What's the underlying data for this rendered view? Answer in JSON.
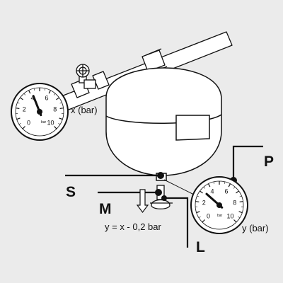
{
  "labels": {
    "p": "P",
    "s": "S",
    "m": "M",
    "l": "L",
    "gauge_left": "x (bar)",
    "gauge_right": "y (bar)",
    "formula": "y = x - 0,2 bar"
  },
  "gauge": {
    "unit": "bar",
    "ticks": [
      "0",
      "2",
      "4",
      "6",
      "8",
      "10"
    ],
    "left_needle_value": 4.2,
    "right_needle_value": 3.2
  },
  "colors": {
    "background": "#ebebeb",
    "line": "#111111",
    "fill": "#ffffff"
  }
}
